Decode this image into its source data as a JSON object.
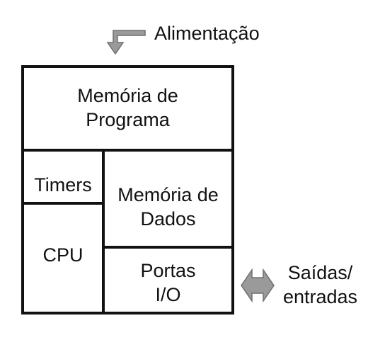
{
  "diagram": {
    "power": {
      "label": "Alimentação"
    },
    "blocks": {
      "program_memory": {
        "line1": "Memória de",
        "line2": "Programa"
      },
      "timers": {
        "label": "Timers"
      },
      "cpu": {
        "label": "CPU"
      },
      "data_memory": {
        "line1": "Memória de",
        "line2": "Dados"
      },
      "io_ports": {
        "line1": "Portas",
        "line2": "I/O"
      }
    },
    "io": {
      "line1": "Saídas/",
      "line2": "entradas"
    },
    "colors": {
      "border": "#111111",
      "arrow_fill": "#9a9a9a",
      "arrow_stroke": "#6f6f6f",
      "background": "#ffffff"
    }
  }
}
